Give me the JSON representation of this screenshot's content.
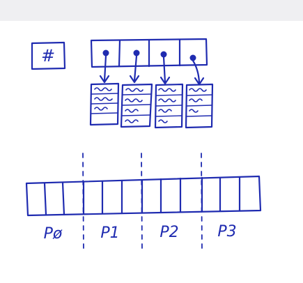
{
  "hash_label": "#",
  "partition_labels": [
    "Pø",
    "P1",
    "P2",
    "P3"
  ],
  "colors": {
    "ink": "#1f2bb0",
    "background": "#ffffff",
    "topbar": "#efeff2"
  }
}
